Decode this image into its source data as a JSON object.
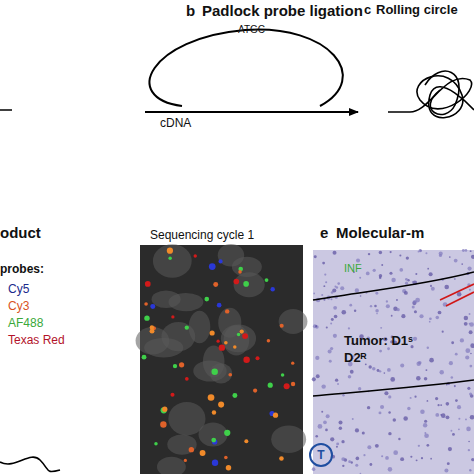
{
  "diagram": {
    "nodes": [
      {
        "text": [
          "T"
        ]
      }
    ],
    "labels": [
      "b",
      "Padlock probe ligation",
      "ATGC",
      "cDNA",
      "c",
      "Rolling circle",
      "oduct",
      "probes:",
      "Cy5",
      "Cy3",
      "AF488",
      "Texas Red",
      "Sequencing cycle 1",
      "e",
      "Molecular-m",
      "INF",
      "Tumor: D1ˢ D2ᴿ"
    ]
  }
}
